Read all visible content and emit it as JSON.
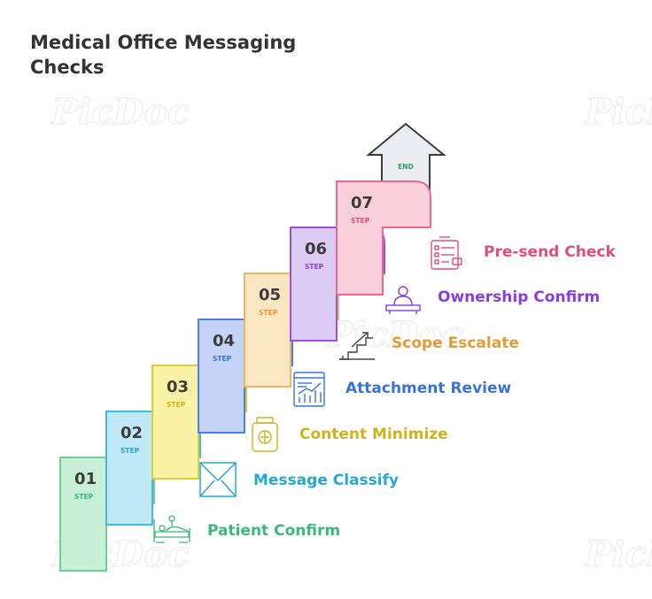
{
  "title": "Medical Office Messaging Checks",
  "step_word": "STEP",
  "end_label": "END",
  "watermark": "PicDoc",
  "steps": [
    {
      "num": "01",
      "label": "Patient Confirm",
      "icon": "patient-bed-icon",
      "color": "#3cb87a",
      "fill": "#c8f0d6",
      "stroke": "#6fcf97"
    },
    {
      "num": "02",
      "label": "Message Classify",
      "icon": "envelope-icon",
      "color": "#25a9cf",
      "fill": "#bfe9f7",
      "stroke": "#45b8dc"
    },
    {
      "num": "03",
      "label": "Content Minimize",
      "icon": "jar-icon",
      "color": "#cdb41c",
      "fill": "#faf3a6",
      "stroke": "#dccb3c"
    },
    {
      "num": "04",
      "label": "Attachment Review",
      "icon": "chart-document-icon",
      "color": "#3a73d6",
      "fill": "#c5d3f6",
      "stroke": "#4f7fdc"
    },
    {
      "num": "05",
      "label": "Scope Escalate",
      "icon": "stairs-arrow-icon",
      "color": "#e09c36",
      "fill": "#fbe6c2",
      "stroke": "#e6b76a"
    },
    {
      "num": "06",
      "label": "Ownership Confirm",
      "icon": "person-desk-icon",
      "color": "#8a3ed8",
      "fill": "#dccbf5",
      "stroke": "#9a52dc"
    },
    {
      "num": "07",
      "label": "Pre-send Check",
      "icon": "checklist-icon",
      "color": "#e24d80",
      "fill": "#f9cfdc",
      "stroke": "#e46a92"
    }
  ]
}
